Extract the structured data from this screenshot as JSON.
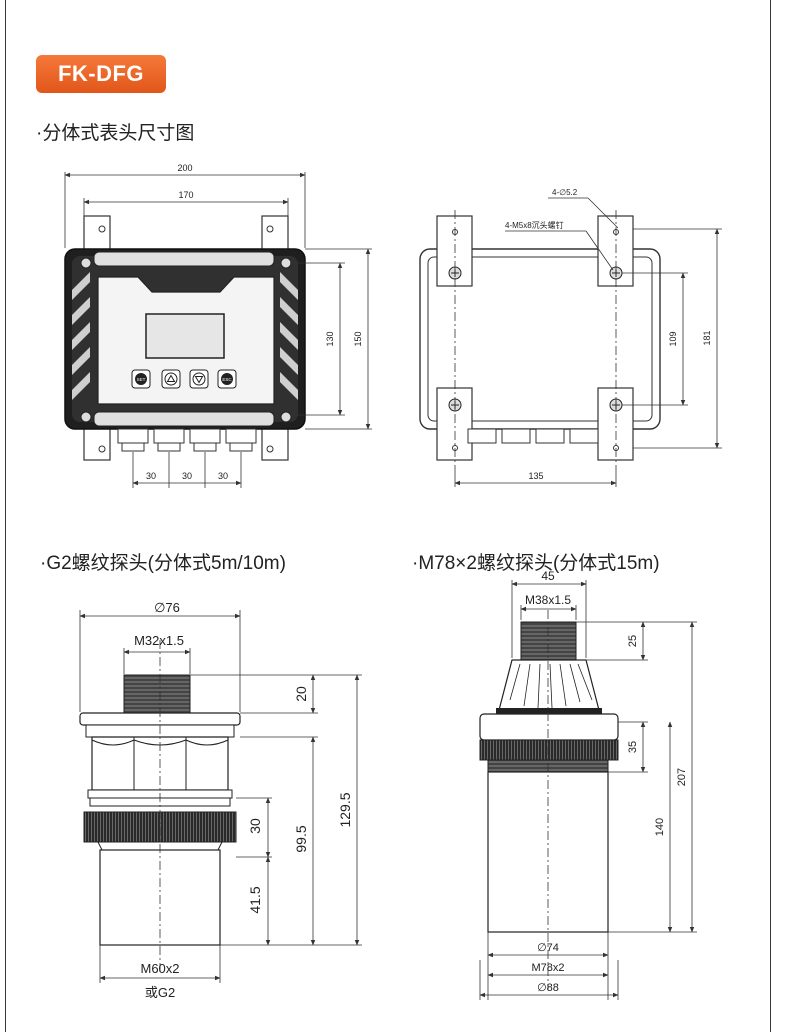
{
  "badge": "FK-DFG",
  "headings": {
    "split": "·分体式表头尺寸图",
    "g2": "·G2螺纹探头(分体式5m/10m)",
    "m78": "·M78×2螺纹探头(分体式15m)"
  },
  "front": {
    "w200": "200",
    "w170": "170",
    "h130": "130",
    "h150": "150",
    "s1": "30",
    "s2": "30",
    "s3": "30",
    "btn_set": "SET",
    "btn_esc": "ESC"
  },
  "back": {
    "hole": "4-∅5.2",
    "screw": "4-M5x8沉头螺钉",
    "w135": "135",
    "h109": "109",
    "h181": "181"
  },
  "probe1": {
    "dia": "∅76",
    "thread": "M32x1.5",
    "d20": "20",
    "d129": "129.5",
    "d30": "30",
    "d99": "99.5",
    "d41": "41.5",
    "bottom1": "M60x2",
    "bottom2": "或G2"
  },
  "probe2": {
    "w45": "45",
    "thread": "M38x1.5",
    "d25": "25",
    "d35": "35",
    "d207": "207",
    "d140": "140",
    "dia74": "∅74",
    "m78": "M78x2",
    "dia88": "∅88"
  },
  "colors": {
    "badge": "#e8612a",
    "line": "#333333"
  }
}
